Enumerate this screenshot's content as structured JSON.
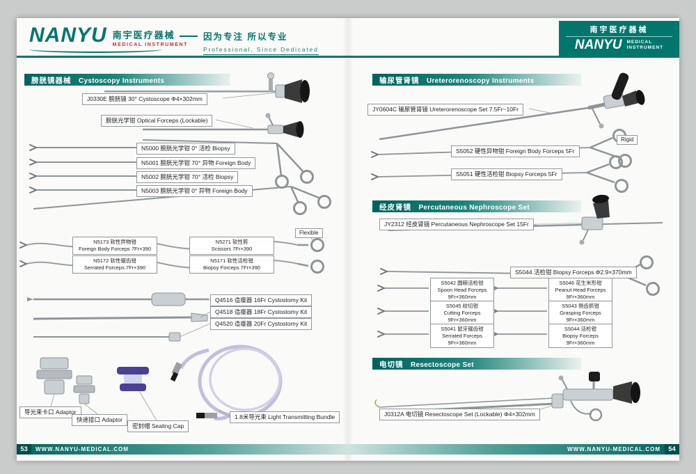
{
  "header": {
    "brand": "NANYU",
    "brand_cn": "南宇医疗器械",
    "brand_sub": "MEDICAL INSTRUMENT",
    "slogan_cn": "因为专注 所以专业",
    "slogan_en": "Professional, Since Dedicated",
    "corner_cn": "南宇医疗器械",
    "corner_brand": "NANYU",
    "corner_sub1": "MEDICAL",
    "corner_sub2": "INSTRUMENT",
    "accent_teal": "#00766d",
    "accent_red": "#c32f2f"
  },
  "sections": {
    "cystoscopy": {
      "title_cn": "膀胱镜器械",
      "title_en": "Cystoscopy Instruments",
      "labels": {
        "cystoscope": "J0330E 膀胱镜 30°  Cystoscope  Φ4×302mm",
        "optical_forceps": "膀胱光学钳 Optical Forceps (Lockable)",
        "n5000": "N5000 膀胱光学钳  0°  活检 Biopsy",
        "n5001": "N5001 膀胱光学钳 70°  异物 Foreign Body",
        "n5002": "N5002 膀胱光学钳 70°  活检 Biopsy",
        "n5003": "N5003 膀胱光学钳  0°  异物 Foreign Body",
        "flexible_tag": "Flexible",
        "n5173": {
          "l1": "N5173 软性异物钳",
          "l2": "Foreign Body Forceps 7Fr×390"
        },
        "n5271": {
          "l1": "N5271 软性剪",
          "l2": "Scissors 7Fr×390"
        },
        "n5172": {
          "l1": "N5172 软性锯齿钳",
          "l2": "Serrated Forceps 7Fr×390"
        },
        "n5171": {
          "l1": "N5171 软性活检钳",
          "l2": "Biopsy Forceps 7Fr×390"
        },
        "q4516": "Q4516 造瘘器 16Fr Cystostomy Kit",
        "q4518": "Q4518 造瘘器 18Fr Cystostomy Kit",
        "q4520": "Q4520 造瘘器 20Fr Cystostomy Kit",
        "adaptor_bayonet": "导光束卡口 Adaptor",
        "adaptor_quick": "快速接口 Adaptor",
        "sealing_cap": "密封帽 Sealing Cap",
        "light_bundle": "1.8米导光束  Light Transmitting Bundle"
      }
    },
    "ureteroscopy": {
      "title_cn": "输尿管肾镜",
      "title_en": "Ureterorenoscopy Instruments",
      "labels": {
        "jy0604c": "JY0604C 输尿管肾镜 Ureterorenoscope Set 7.5Fr~10Fr",
        "rigid_tag": "Rigid",
        "s5052": "S5052 硬性异物钳 Foreign Body Forceps 5Fr",
        "s5051": "S5051 硬性活检钳 Biopsy Forceps 5Fr"
      }
    },
    "nephroscopy": {
      "title_cn": "经皮肾镜",
      "title_en": "Percutaneous Nephroscope Set",
      "labels": {
        "jy2312": "JY2312 经皮肾镜 Percutaneous Nephroscope Set 15Fr",
        "s5044_long": "S5044 活检钳 Biopsy Forceps  Φ2.9×370mm",
        "s5042": {
          "l1": "S5042 圆碗活检钳",
          "l2": "Spoon Head Forceps",
          "l3": "9Fr×360mm"
        },
        "s5045": {
          "l1": "S5045 绞切钳",
          "l2": "Cutting Forceps",
          "l3": "9Fr×360mm"
        },
        "s5041": {
          "l1": "S5041 鼠牙锯齿钳",
          "l2": "Serrated Forceps",
          "l3": "9Fr×360mm"
        },
        "s5046": {
          "l1": "S5046 花生米形钳",
          "l2": "Peanut Head Forceps",
          "l3": "9Fr×360mm"
        },
        "s5043": {
          "l1": "S5043 侧齿抓钳",
          "l2": "Grasping Forceps",
          "l3": "9Fr×360mm"
        },
        "s5044": {
          "l1": "S5044 活检钳",
          "l2": "Biopsy Forceps",
          "l3": "9Fr×360mm"
        }
      }
    },
    "resectoscopy": {
      "title_cn": "电切镜",
      "title_en": "Resectoscope Set",
      "labels": {
        "j0312a": "J0312A 电切镜 Resectoscope Set (Lockable)  Φ4×302mm"
      }
    }
  },
  "footer": {
    "left_page_no": "53",
    "left_url": "WWW.NANYU-MEDICAL.COM",
    "right_url": "WWW.NANYU-MEDICAL.COM",
    "right_page_no": "54"
  }
}
